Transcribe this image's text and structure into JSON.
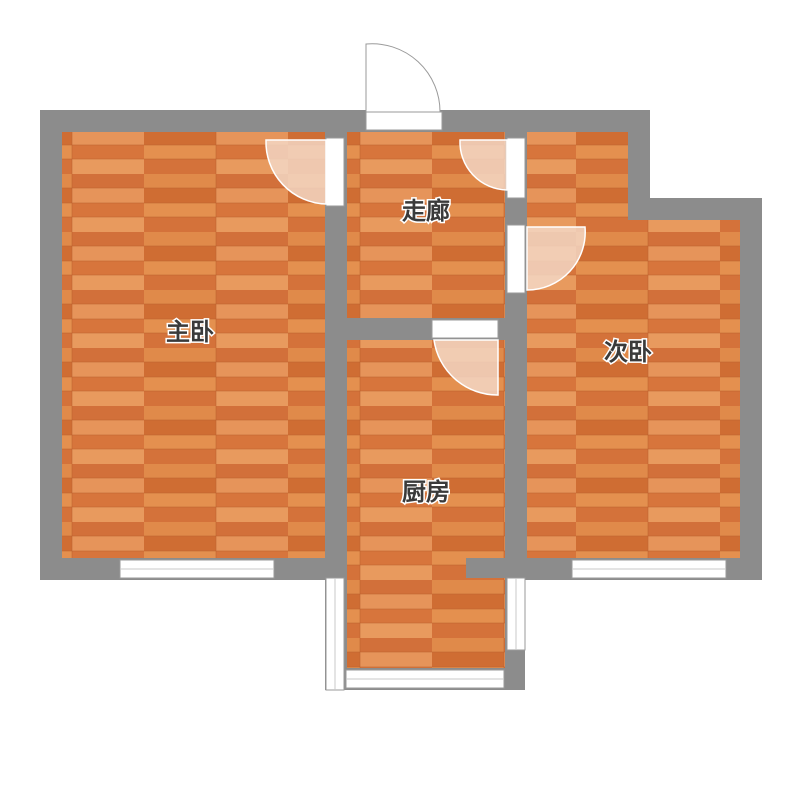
{
  "rooms": {
    "master_bedroom": "主卧",
    "corridor": "走廊",
    "second_bedroom": "次卧",
    "kitchen": "厨房"
  },
  "colors": {
    "wall": "#8c8c8c",
    "floor": "#d9773a",
    "floor_light": "#e8985a",
    "floor_dark": "#c8642c",
    "window": "#ffffff",
    "door_swing": "#f3d7c4"
  }
}
